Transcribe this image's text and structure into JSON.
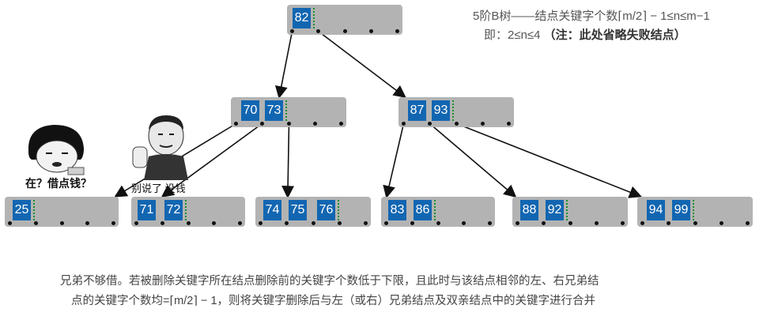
{
  "note": {
    "line1": "5阶B树——结点关键字个数⌈m/2⌉ − 1≤n≤m−1",
    "line2_prefix": "即：2≤n≤4",
    "line2_bold": "（注：此处省略失败结点）"
  },
  "memes": {
    "left_caption": "在？借点钱？",
    "right_caption": "别说了 没钱"
  },
  "tree": {
    "root": {
      "keys": [
        "82"
      ]
    },
    "level1": [
      {
        "keys": [
          "70",
          "73"
        ]
      },
      {
        "keys": [
          "87",
          "93"
        ]
      }
    ],
    "leaves": [
      {
        "keys": [
          "25"
        ]
      },
      {
        "keys": [
          "71",
          "72"
        ]
      },
      {
        "keys": [
          "74",
          "75",
          "76"
        ]
      },
      {
        "keys": [
          "83",
          "86"
        ]
      },
      {
        "keys": [
          "88",
          "92"
        ]
      },
      {
        "keys": [
          "94",
          "99"
        ]
      }
    ]
  },
  "explanation": {
    "line1": "兄弟不够借。若被删除关键字所在结点删除前的关键字个数低于下限，且此时与该结点相邻的左、右兄弟结",
    "line2": "点的关键字个数均=⌈m/2⌉ − 1，则将关键字删除后与左（或右）兄弟结点及双亲结点中的关键字进行合并"
  },
  "colors": {
    "node_fill": "#b3b3b3",
    "key_fill": "#1266b1",
    "separator": "#1a8f2a",
    "edge": "#111111"
  }
}
